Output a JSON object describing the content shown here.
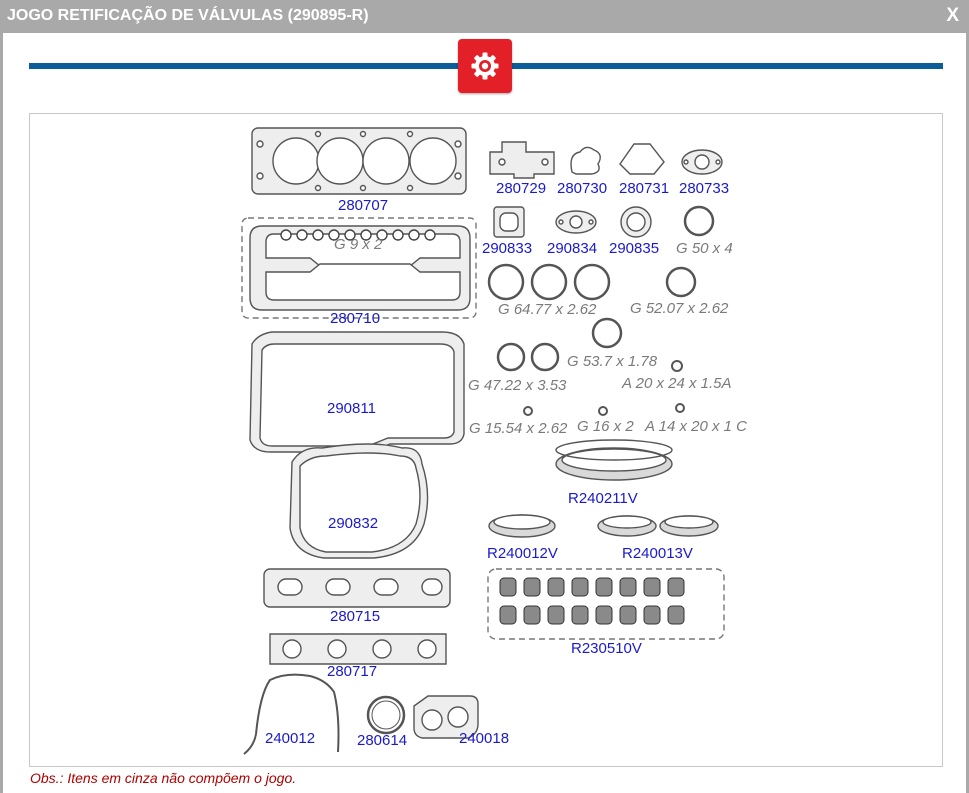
{
  "window": {
    "title": "JOGO RETIFICAÇÃO DE VÁLVULAS (290895-R)",
    "close_label": "X"
  },
  "toolbar": {
    "icon": "gear-icon",
    "accent": "#e32027",
    "bar_color": "#0b5e9a"
  },
  "parts": {
    "p280707": "280707",
    "p280729": "280729",
    "p280730": "280730",
    "p280731": "280731",
    "p280733": "280733",
    "p280710": "280710",
    "p290833": "290833",
    "p290834": "290834",
    "p290835": "290835",
    "p290811": "290811",
    "p290832": "290832",
    "pR240211V": "R240211V",
    "pR240012V": "R240012V",
    "pR240013V": "R240013V",
    "pR230510V": "R230510V",
    "p280715": "280715",
    "p280717": "280717",
    "p240012": "240012",
    "p280614": "280614",
    "p240018": "240018"
  },
  "not_included": {
    "g9x2": "G 9 x 2",
    "g50x4": "G 50 x 4",
    "g6477": "G 64.77 x 2.62",
    "g5207": "G 52.07 x 2.62",
    "g537": "G 53.7 x 1.78",
    "g4722": "G 47.22 x 3.53",
    "a20": "A 20 x 24 x 1.5A",
    "g1554": "G 15.54 x 2.62",
    "g16": "G 16 x 2",
    "a14": "A 14 x 20 x 1 C"
  },
  "footer": {
    "note": "Obs.: Itens em cinza não compõem o jogo."
  }
}
